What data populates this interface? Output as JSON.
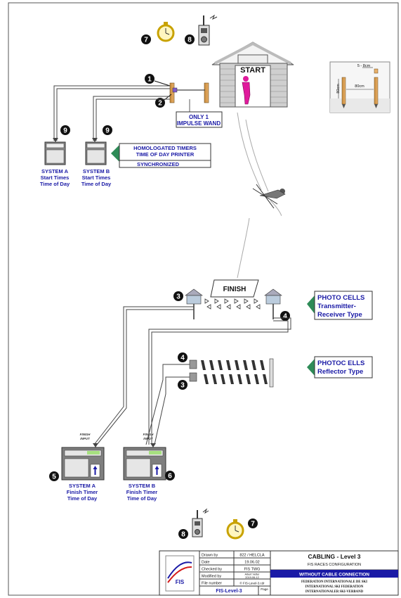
{
  "start": {
    "sign": "START"
  },
  "finish": {
    "sign": "FINISH"
  },
  "numbers": {
    "n1": "1",
    "n2": "2",
    "n3": "3",
    "n4": "4",
    "n5": "5",
    "n6": "6",
    "n7": "7",
    "n8": "8",
    "n9": "9"
  },
  "impulse_wand": {
    "line1": "ONLY 1",
    "line2": "IMPULSE WAND"
  },
  "dimensions": {
    "height": "80cm",
    "width": "80cm",
    "gap": "5 - 8cm"
  },
  "system_a_start": {
    "line1": "SYSTEM A",
    "line2": "Start Times",
    "line3": "Time of Day"
  },
  "system_b_start": {
    "line1": "SYSTEM B",
    "line2": "Start Times",
    "line3": "Time of Day"
  },
  "printer_callout": {
    "line1": "HOMOLOGATED TIMERS",
    "line2": "TIME OF DAY PRINTER",
    "line3": "SYNCHRONIZED"
  },
  "photocells_tr": {
    "line1": "PHOTO CELLS",
    "line2": "Transmitter-",
    "line3": "Receiver Type"
  },
  "photocells_ref": {
    "line1": "PHOTOC ELLS",
    "line2": "Reflector Type"
  },
  "finish_input": {
    "line1": "FINISH",
    "line2": "INPUT"
  },
  "system_a_finish": {
    "line1": "SYSTEM A",
    "line2": "Finish Timer",
    "line3": "Time of Day"
  },
  "system_b_finish": {
    "line1": "SYSTEM B",
    "line2": "Finish Timer",
    "line3": "Time of Day"
  },
  "title_block": {
    "drawn_by_label": "Drawn by",
    "drawn_by": "822 / HELCLA",
    "date_label": "Date",
    "date": "19.06.02",
    "checked_by_label": "Checked by",
    "checked_by": "FIS TWG",
    "modified_by_label": "Modified by",
    "modified_by_1": "Albert Vetter",
    "modified_by_2": "2019-06-12",
    "file_number_label": "File number",
    "file_number": "© FIS-Level-3.cdr",
    "file_name": "FIS-Level-3",
    "page_label": "Page",
    "title": "CABLING - Level 3",
    "subtitle": "FIS RACES CONFIGURATION",
    "mode": "WITHOUT CABLE CONNECTION",
    "org1": "FEDERATION INTERNATIONALE DE SKI",
    "org2": "INTERNATIONAL SKI FEDERATION",
    "org3": "INTERNATIONALER SKI-VERBAND",
    "logo": "FIS"
  },
  "colors": {
    "blue_text": "#1a1aa6",
    "callout_green": "#2e8b57",
    "timer_gray": "#7f7f7f",
    "racer_magenta": "#e01a9c"
  }
}
